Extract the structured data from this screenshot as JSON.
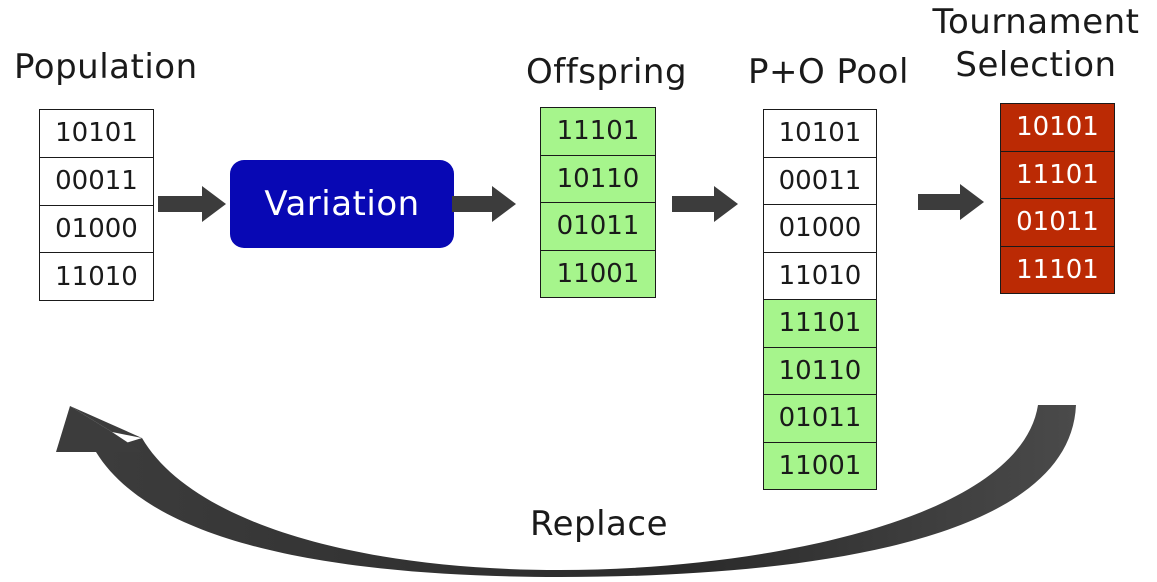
{
  "headings": {
    "population": "Population",
    "offspring": "Offspring",
    "pool": "P+O Pool",
    "tournament_line1": "Tournament",
    "tournament_line2": "Selection",
    "replace": "Replace"
  },
  "variation_label": "Variation",
  "population": [
    "10101",
    "00011",
    "01000",
    "11010"
  ],
  "offspring": [
    "11101",
    "10110",
    "01011",
    "11001"
  ],
  "pool_parents": [
    "10101",
    "00011",
    "01000",
    "11010"
  ],
  "pool_offspring": [
    "11101",
    "10110",
    "01011",
    "11001"
  ],
  "selection": [
    "10101",
    "11101",
    "01011",
    "11101"
  ],
  "colors": {
    "variation_box": "#0808b4",
    "offspring_cell": "#a6f58c",
    "selection_cell": "#bb2a04",
    "arrow": "#3c3c3c"
  }
}
